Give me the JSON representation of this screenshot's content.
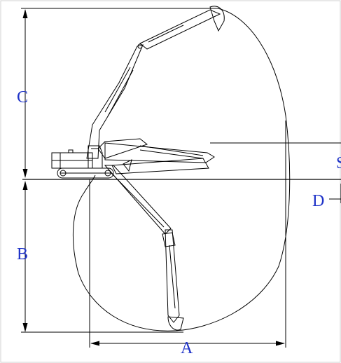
{
  "labels": {
    "a": "A",
    "b": "B",
    "c": "C",
    "d": "D",
    "clipped": "S"
  },
  "colors": {
    "line": "#000000",
    "label": "#1f33c8",
    "background": "#ffffff"
  }
}
